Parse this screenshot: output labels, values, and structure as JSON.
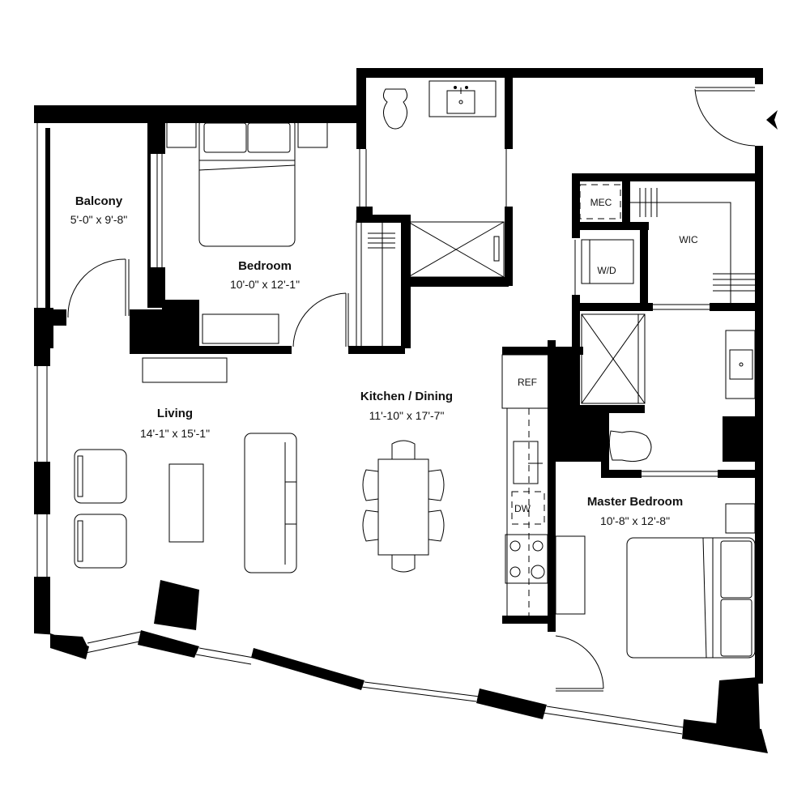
{
  "floorplan": {
    "rooms": [
      {
        "name": "Balcony",
        "dimensions": "5'-0\" x 9'-8\""
      },
      {
        "name": "Bedroom",
        "dimensions": "10'-0\" x 12'-1\""
      },
      {
        "name": "Living",
        "dimensions": "14'-1\" x 15'-1\""
      },
      {
        "name": "Kitchen / Dining",
        "dimensions": "11'-10\" x 17'-7\""
      },
      {
        "name": "Master Bedroom",
        "dimensions": "10'-8\" x 12'-8\""
      }
    ],
    "fixture_labels": {
      "mec": "MEC",
      "wic": "WIC",
      "wd": "W/D",
      "ref": "REF",
      "dw": "DW"
    },
    "entry_marker": "entry-arrow",
    "colors": {
      "wall": "#000000",
      "background": "#ffffff",
      "line": "#000000"
    }
  }
}
